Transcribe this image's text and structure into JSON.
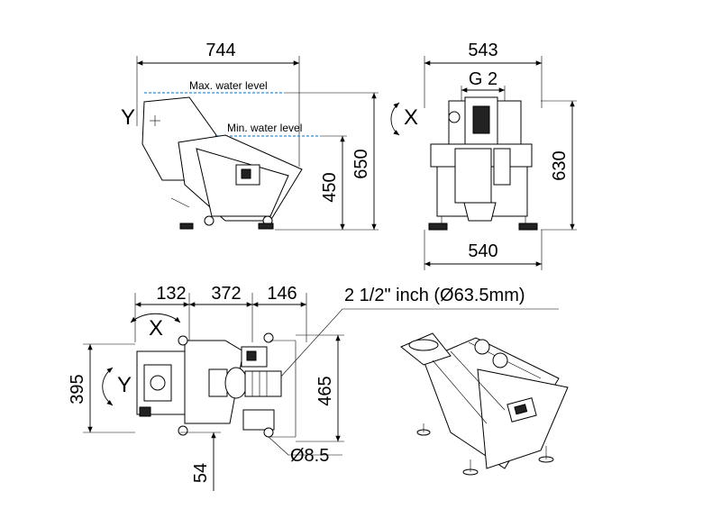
{
  "dimensions": {
    "side_width": "744",
    "front_width": "543",
    "front_g": "G 2",
    "side_h_water": "450",
    "side_h_total": "650",
    "front_h": "630",
    "front_base": "540",
    "top_a": "132",
    "top_b": "372",
    "top_c": "146",
    "top_pipe": "2 1/2\" inch (Ø63.5mm)",
    "top_h_left": "395",
    "top_h_right": "465",
    "top_foot": "54",
    "top_hole": "Ø8.5"
  },
  "labels": {
    "max_water": "Max. water level",
    "min_water": "Min. water level",
    "axis_x": "X",
    "axis_y": "Y"
  },
  "colors": {
    "water_line": "#2e8fd6",
    "ink": "#000000"
  }
}
